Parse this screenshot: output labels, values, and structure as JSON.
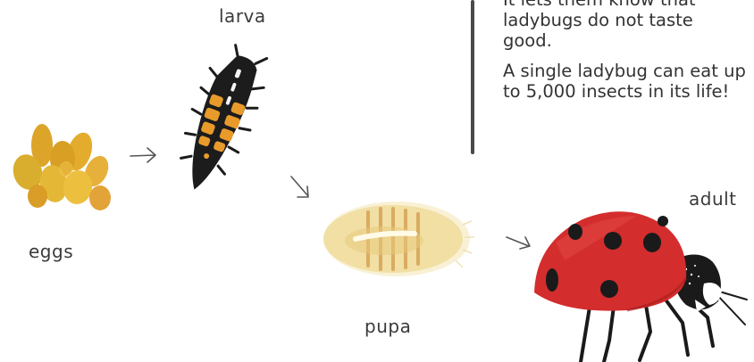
{
  "labels": {
    "larva": "larva",
    "eggs": "eggs",
    "pupa": "pupa",
    "adult": "adult"
  },
  "side_text": {
    "line_partial": "It lets them know that",
    "para1_rest": "ladybugs do not taste good.",
    "para2": "A single ladybug can eat up to 5,000 insects in its life!"
  },
  "colors": {
    "egg": "#e0a82a",
    "ladybug_red": "#d42d2d",
    "spot": "#1a1a1a",
    "larva_orange": "#e89a2b",
    "pupa": "#f1dfa3"
  },
  "icons": [
    "eggs-illustration",
    "larva-illustration",
    "pupa-illustration",
    "ladybug-illustration",
    "arrow-right-icon",
    "arrow-down-right-icon"
  ]
}
